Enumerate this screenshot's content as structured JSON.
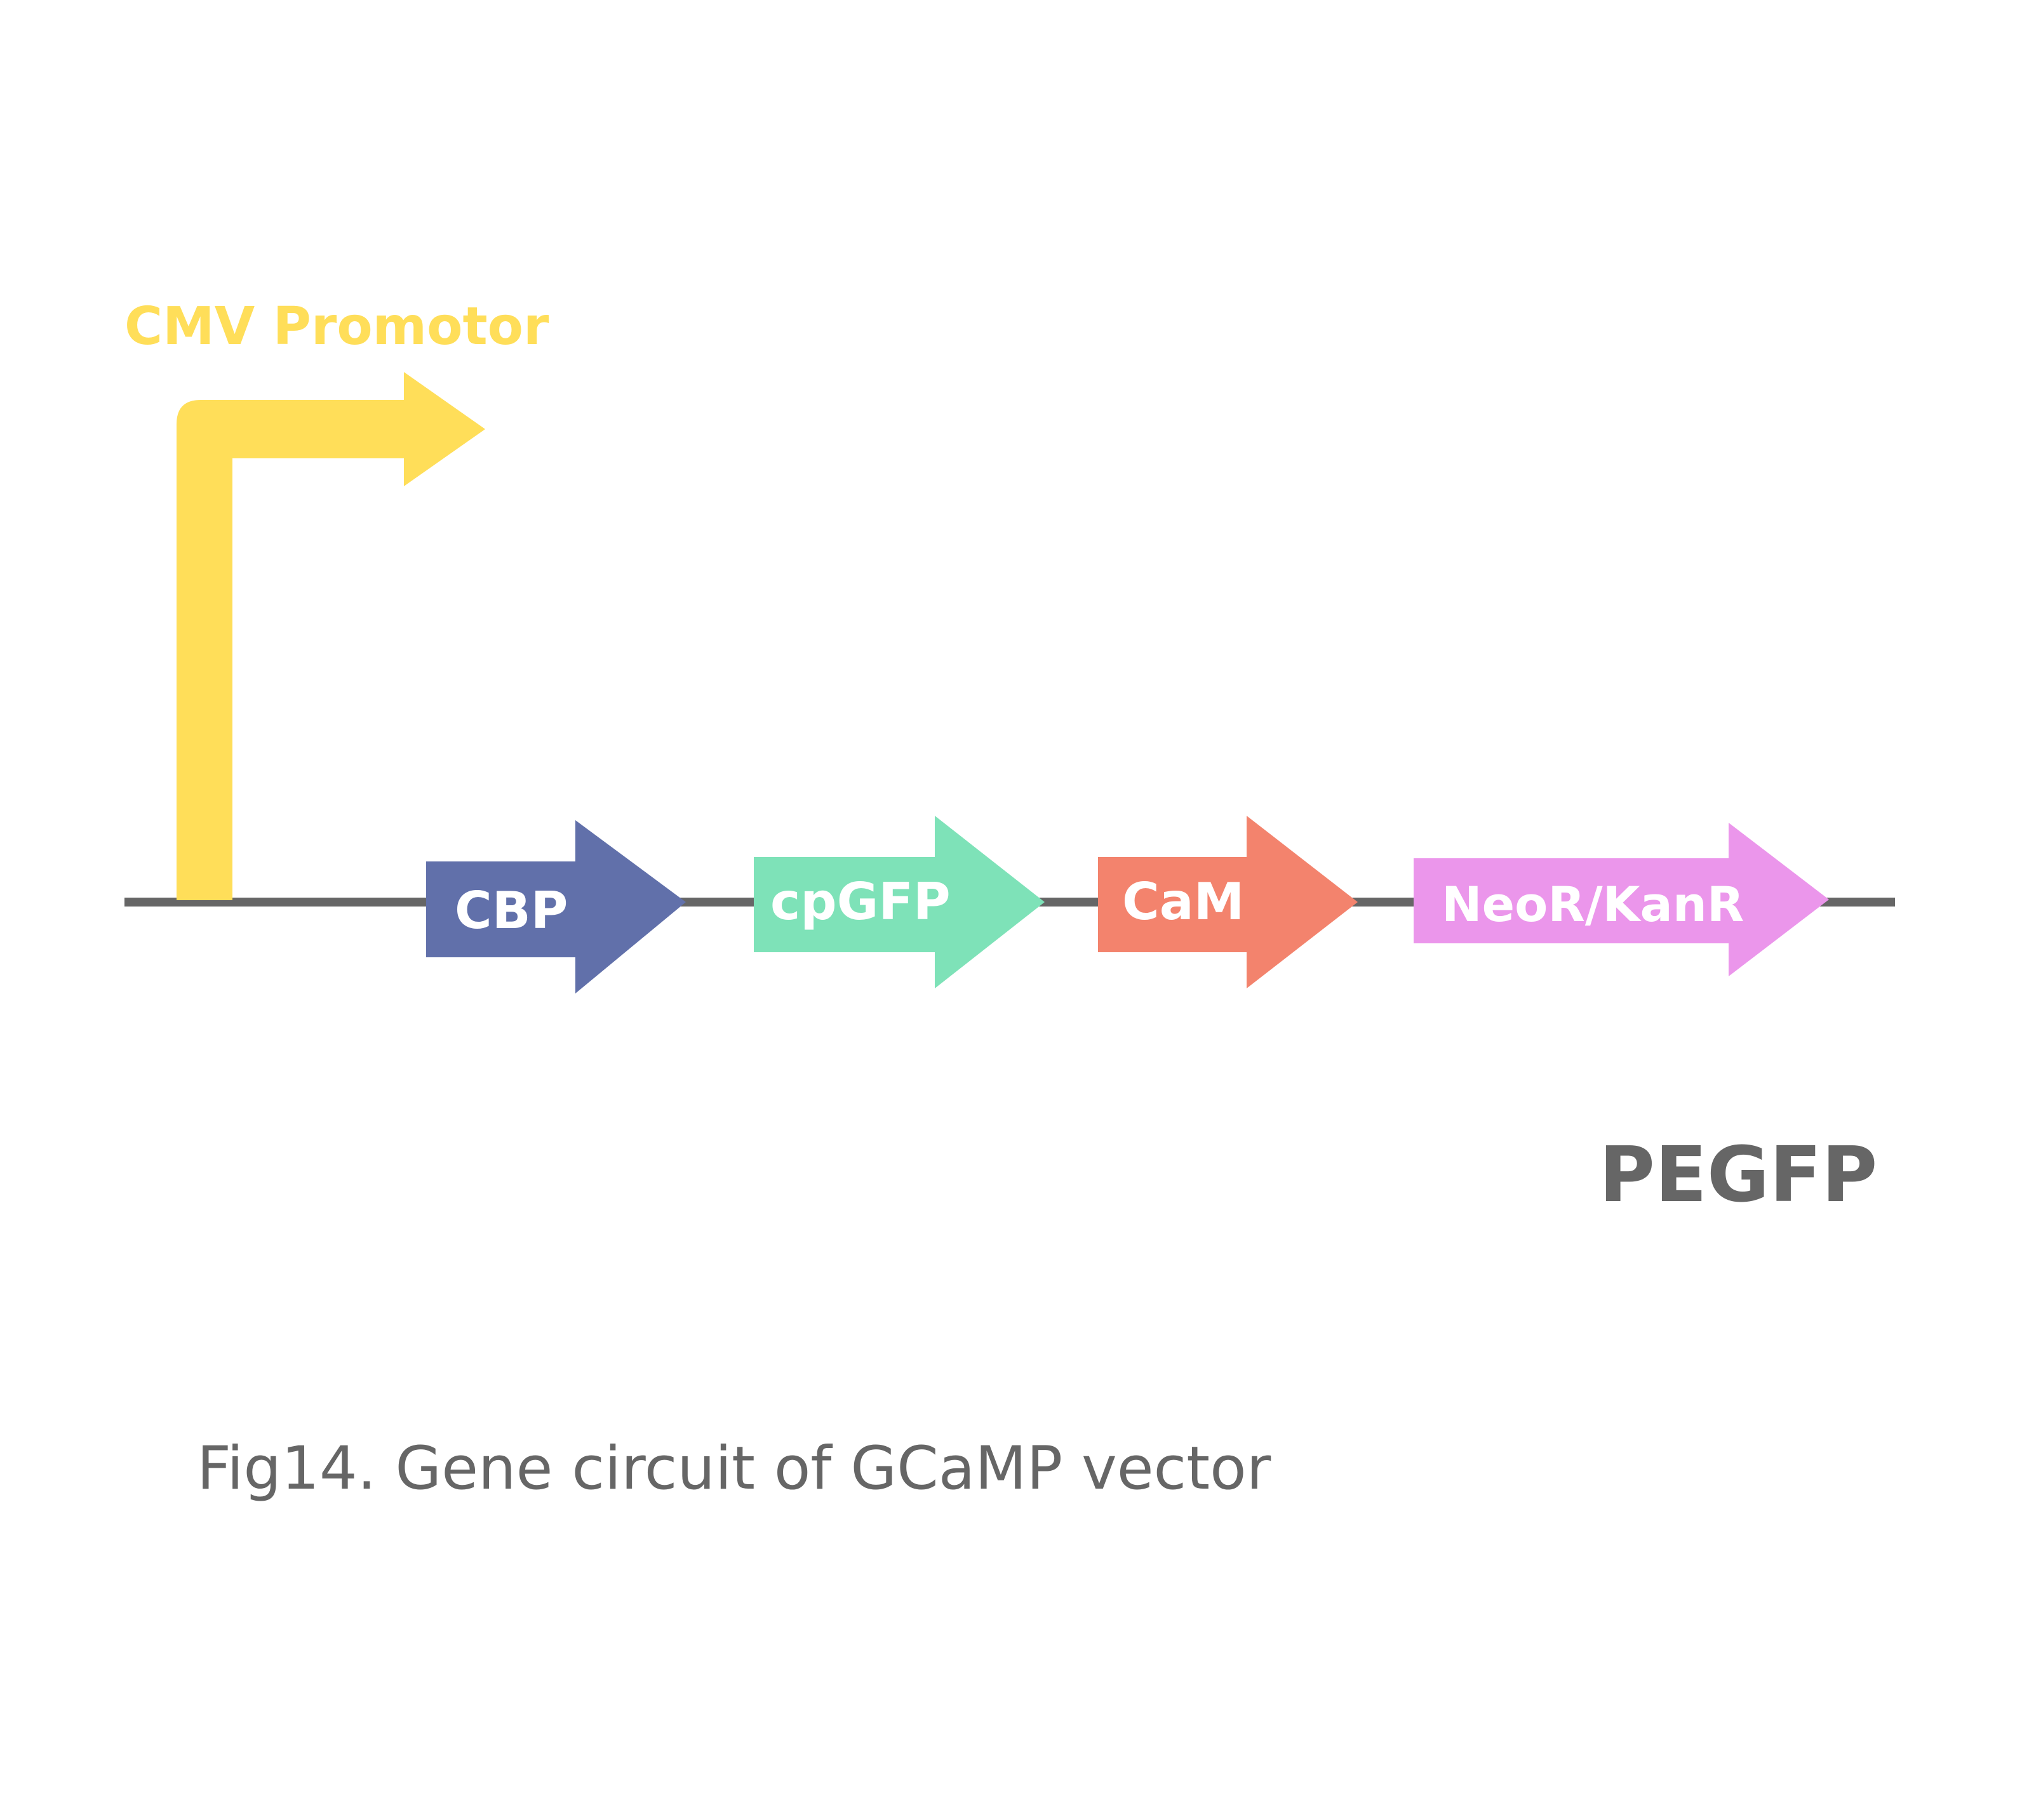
{
  "promoter": {
    "label": "CMV Promotor",
    "color": "#FFDE59"
  },
  "backbone": {
    "color": "#666666"
  },
  "genes": [
    {
      "label": "CBP",
      "color": "#6170AA",
      "icon": "gene-arrow-icon"
    },
    {
      "label": "cpGFP",
      "color": "#7EE2B8",
      "icon": "gene-arrow-icon"
    },
    {
      "label": "CaM",
      "color": "#F3836D",
      "icon": "gene-arrow-icon"
    },
    {
      "label": "NeoR/KanR",
      "color": "#EB96EB",
      "icon": "gene-arrow-icon"
    }
  ],
  "vector_name": "PEGFP",
  "caption": "Fig14. Gene circuit of GCaMP vector",
  "text_colors": {
    "gene_label": "#ffffff",
    "vector_name": "#666666",
    "caption": "#666666"
  }
}
